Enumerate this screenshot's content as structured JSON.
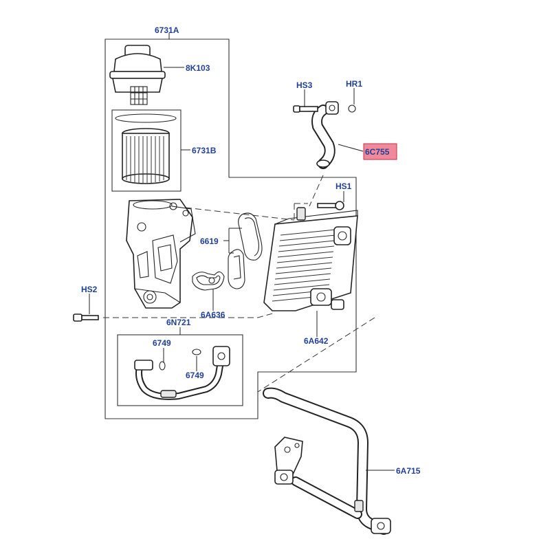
{
  "callouts": {
    "assembly_6731A": "6731A",
    "cap_8K103": "8K103",
    "element_6731B": "6731B",
    "bolt_HS3": "HS3",
    "clip_HR1": "HR1",
    "hose_6C755": "6C755",
    "bolt_HS1": "HS1",
    "gasket_6619": "6619",
    "bolt_HS2": "HS2",
    "seal_6A636": "6A636",
    "cooler_6A642": "6A642",
    "pipe_6N721": "6N721",
    "oring_6749_a": "6749",
    "oring_6749_b": "6749",
    "pipe_6A715": "6A715"
  },
  "colors": {
    "callout_text": "#1f3f9a",
    "highlight_fill": "#f08a9a",
    "highlight_stroke": "#c0304a",
    "line": "#222222"
  }
}
